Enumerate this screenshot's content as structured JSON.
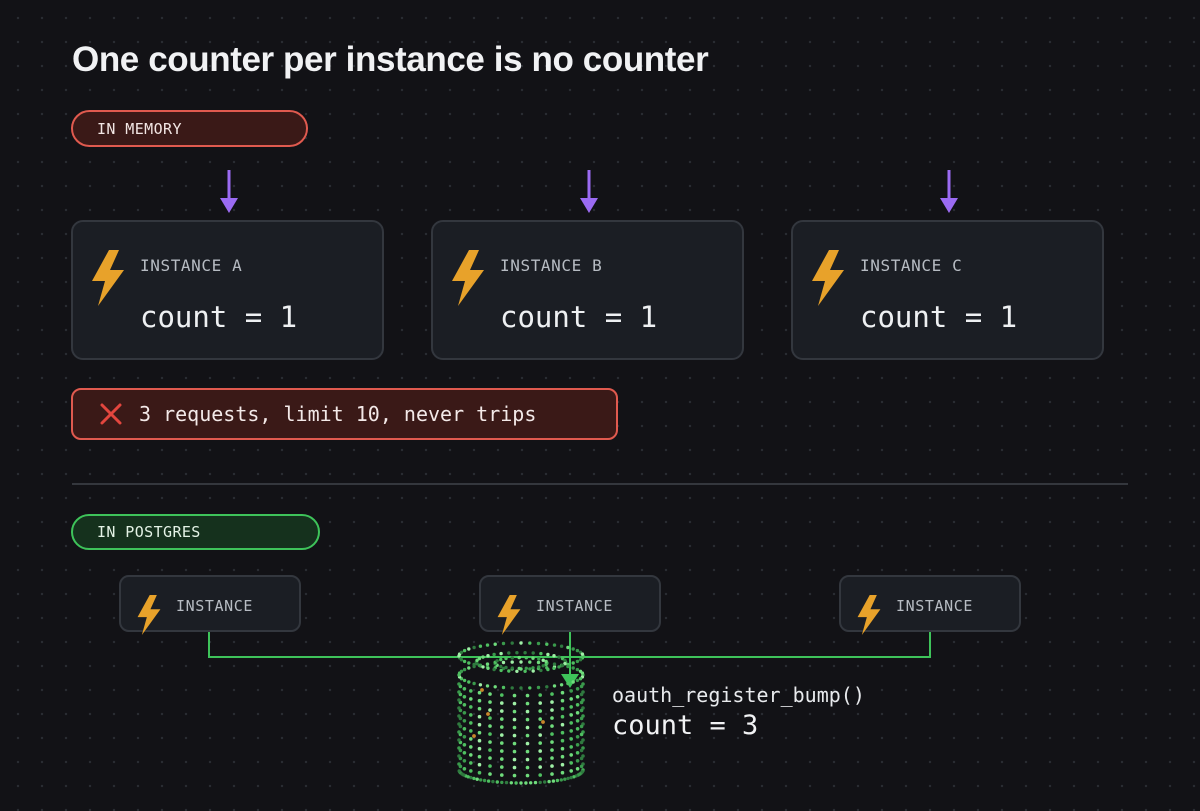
{
  "title": "One counter per instance is no counter",
  "memory_section": {
    "label": "IN MEMORY",
    "instances": [
      {
        "name": "INSTANCE A",
        "count": "count = 1"
      },
      {
        "name": "INSTANCE B",
        "count": "count = 1"
      },
      {
        "name": "INSTANCE C",
        "count": "count = 1"
      }
    ],
    "error_message": "3 requests, limit 10, never trips"
  },
  "postgres_section": {
    "label": "IN POSTGRES",
    "instances": [
      {
        "name": "INSTANCE"
      },
      {
        "name": "INSTANCE"
      },
      {
        "name": "INSTANCE"
      }
    ],
    "function_name": "oauth_register_bump()",
    "count": "count = 3"
  },
  "colors": {
    "memory_accent": "#e05a4f",
    "postgres_accent": "#3ec35a",
    "arrow": "#9b6bf2",
    "bolt": "#e8a22a",
    "error_icon": "#e2463e"
  },
  "icons": {
    "instance": "lightning-bolt-icon",
    "request": "arrow-down-icon",
    "error": "x-mark-icon",
    "storage": "database-icon"
  }
}
